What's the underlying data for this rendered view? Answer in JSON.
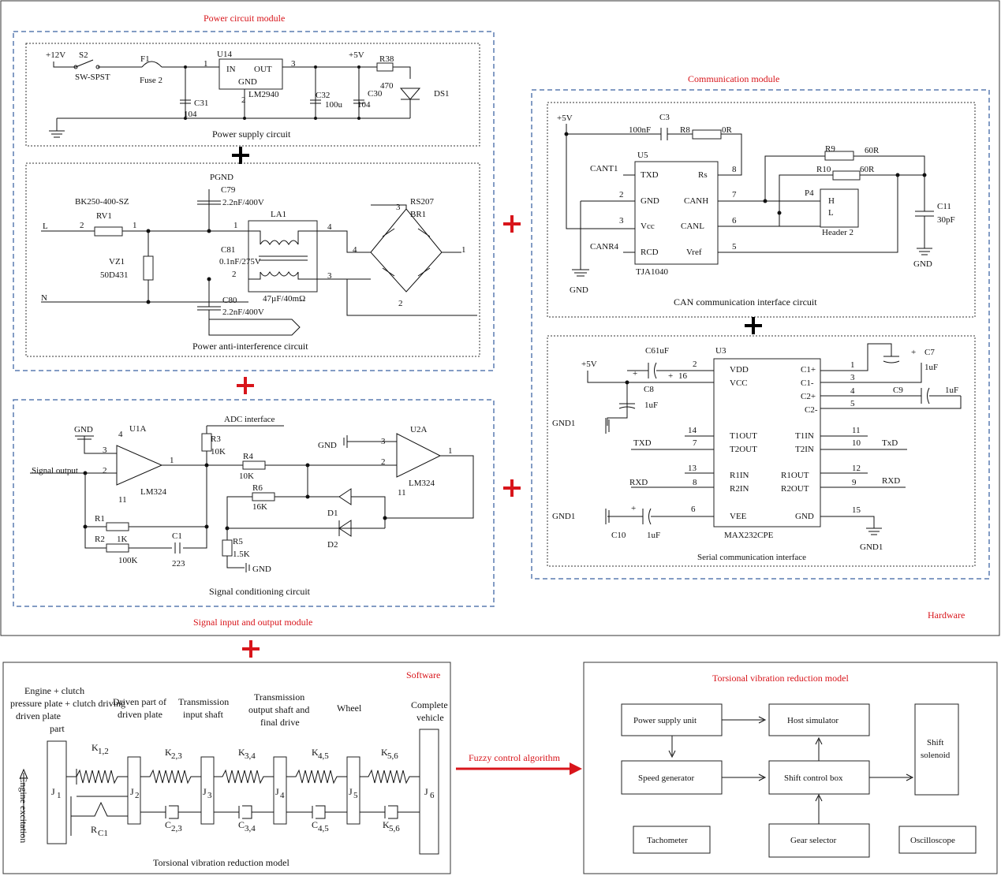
{
  "hardware": {
    "label": "Hardware",
    "power_module": {
      "title": "Power circuit module",
      "supply": {
        "caption": "Power supply circuit",
        "labels": [
          "+12V",
          "S2",
          "SW-SPST",
          "F1",
          "Fuse 2",
          "1",
          "U14",
          "IN",
          "OUT",
          "GND",
          "2",
          "3",
          "LM2940",
          "C31",
          "104",
          "C32",
          "100u",
          "+5V",
          "C30",
          "104",
          "R38",
          "470",
          "DS1"
        ]
      },
      "anti_interference": {
        "caption": "Power anti-interference circuit",
        "labels": [
          "PGND",
          "C79",
          "2.2nF/400V",
          "BK250-400-SZ",
          "RV1",
          "2",
          "1",
          "L",
          "LA1",
          "1",
          "4",
          "C81",
          "0.1nF/275V",
          "VZ1",
          "50D431",
          "N",
          "2",
          "3",
          "47µF/40mΩ",
          "C80",
          "2.2nF/400V",
          "RS207",
          "BR1",
          "3",
          "4",
          "1",
          "2"
        ]
      }
    },
    "signal_module": {
      "title": "Signal input and output module",
      "caption": "Signal conditioning circuit",
      "labels": [
        "GND",
        "4",
        "U1A",
        "3",
        "2",
        "1",
        "Signal output",
        "11",
        "LM324",
        "R3",
        "10K",
        "ADC interface",
        "R4",
        "10K",
        "GND",
        "3",
        "2",
        "U2A",
        "1",
        "LM324",
        "11",
        "R6",
        "16K",
        "D1",
        "D2",
        "R1",
        "1K",
        "R2",
        "100K",
        "C1",
        "223",
        "R5",
        "1.5K",
        "GND"
      ]
    },
    "comm_module": {
      "title": "Communication module",
      "can": {
        "caption": "CAN communication interface circuit",
        "labels": [
          "+5V",
          "C3",
          "100nF",
          "R8",
          "0R",
          "U5",
          "CANT1",
          "TXD",
          "Rs",
          "8",
          "2",
          "GND",
          "CANH",
          "7",
          "3",
          "Vcc",
          "CANL",
          "6",
          "CANR4",
          "RCD",
          "Vref",
          "5",
          "GND",
          "TJA1040",
          "R9",
          "60R",
          "R10",
          "60R",
          "P4",
          "H",
          "L",
          "Header 2",
          "C11",
          "30pF",
          "GND"
        ]
      },
      "serial": {
        "caption": "Serial communication interface",
        "labels": [
          "C61uF",
          "U3",
          "+5V",
          "2",
          "16",
          "C8",
          "1uF",
          "GND1",
          "VDD",
          "VCC",
          "C1+",
          "C1-",
          "C2+",
          "C2-",
          "1",
          "3",
          "4",
          "5",
          "C7",
          "1uF",
          "C9",
          "1uF",
          "14",
          "7",
          "T1OUT",
          "T2OUT",
          "T1IN",
          "T2IN",
          "11",
          "10",
          "TXD",
          "TxD",
          "13",
          "8",
          "R1IN",
          "R2IN",
          "R1OUT",
          "R2OUT",
          "12",
          "9",
          "RXD",
          "RXD",
          "6",
          "VEE",
          "GND",
          "15",
          "GND1",
          "C10",
          "1uF",
          "MAX232CPE",
          "+",
          "+",
          "+",
          "+"
        ]
      }
    }
  },
  "software": {
    "label": "Software",
    "caption": "Torsional vibration reduction model",
    "excitation": "Engine excitation",
    "headers": [
      "Engine + clutch",
      "pressure plate + clutch driving",
      "driven plate",
      "part",
      "Driven part of",
      "driven plate",
      "Transmission",
      "input shaft",
      "Transmission",
      "output shaft and",
      "final drive",
      "Wheel",
      "Complete",
      "vehicle"
    ],
    "inertias": [
      "J",
      "J",
      "J",
      "J",
      "J",
      "J"
    ],
    "inertia_subs": [
      "1",
      "2",
      "3",
      "4",
      "5",
      "6"
    ],
    "springs": [
      {
        "k": "K",
        "sub": "1,2"
      },
      {
        "k": "K",
        "sub": "2,3"
      },
      {
        "k": "K",
        "sub": "3,4"
      },
      {
        "k": "K",
        "sub": "4,5"
      },
      {
        "k": "K",
        "sub": "5,6"
      }
    ],
    "dampers": [
      {
        "k": "R",
        "sub": "C1"
      },
      {
        "k": "C",
        "sub": "2,3"
      },
      {
        "k": "C",
        "sub": "3,4"
      },
      {
        "k": "C",
        "sub": "4,5"
      },
      {
        "k": "K",
        "sub": "5,6"
      }
    ]
  },
  "arrow_label": "Fuzzy control algorithm",
  "model": {
    "title": "Torsional vibration reduction model",
    "blocks": {
      "power": "Power supply unit",
      "host": "Host simulator",
      "speed": "Speed generator",
      "shiftbox": "Shift control box",
      "solenoid_1": "Shift",
      "solenoid_2": "solenoid",
      "tacho": "Tachometer",
      "gear": "Gear selector",
      "osc": "Oscilloscope"
    }
  }
}
